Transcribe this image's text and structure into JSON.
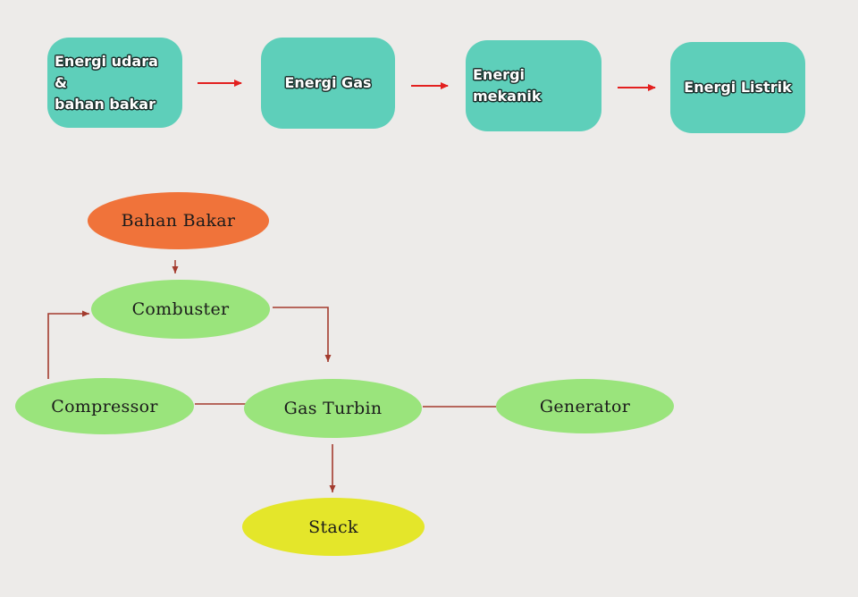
{
  "colors": {
    "background": "#edebe9",
    "flow_box": "#5ecfba",
    "fuel": "#f0733a",
    "component": "#9ae47c",
    "exhaust": "#e4e62a",
    "arrow_red": "#e3201f",
    "arrow_brown": "#a33b2e"
  },
  "energy_flow": {
    "boxes": [
      {
        "label_line1": "Energi udara &",
        "label_line2": "bahan bakar"
      },
      {
        "label_line1": "Energi Gas"
      },
      {
        "label_line1": "Energi mekanik"
      },
      {
        "label_line1": "Energi Listrik"
      }
    ]
  },
  "system": {
    "fuel": "Bahan Bakar",
    "combustor": "Combuster",
    "compressor": "Compressor",
    "turbine": "Gas Turbin",
    "generator": "Generator",
    "stack": "Stack"
  }
}
